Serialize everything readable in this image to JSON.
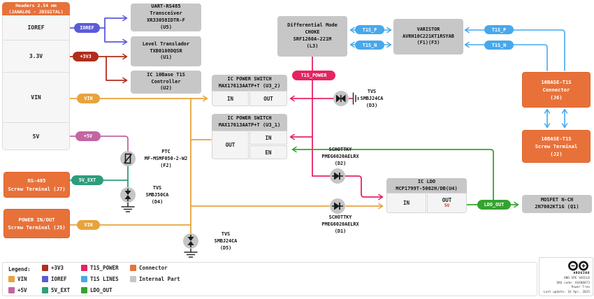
{
  "headers_panel": {
    "title": "Headers 2.54 mm\n(JANALOG - JDIGITAL)",
    "rows": [
      "IOREF",
      "3.3V",
      "VIN",
      "5V"
    ]
  },
  "pills": {
    "ioref": "IOREF",
    "p3v3": "+3V3",
    "vin1": "VIN",
    "p5v": "+5V",
    "v5ext": "5V_EXT",
    "vin2": "VIN",
    "t1s_power": "T1S_POWER",
    "t1s_p_left": "T1S_P",
    "t1s_n_left": "T1S_N",
    "t1s_p_right": "T1S_P",
    "t1s_n_right": "T1S_N",
    "ldo_out": "LDO_OUT"
  },
  "components": {
    "u5": {
      "text": "UART-RS485\nTransceiver\nXR33058IDTR-F\n(U5)"
    },
    "u1": {
      "text": "Level Translador\nTXB0108DQSR\n(U1)"
    },
    "u2": {
      "text": "IC 10Base T1S\nController\n(U2)"
    },
    "l3": {
      "text": "Differential Mode\nCHOKE\nSRF1260A-221M\n(L3)"
    },
    "varistor": {
      "text": "VARISTOR\nAVRH10C221KT1RSYAB\n(F1)(F3)"
    },
    "q1": {
      "text": "MOSFET N-CH\n2N7002KT1G (Q1)"
    },
    "u3_2": {
      "title": "IC POWER SWITCH\nMAX17613AATP+T (U3_2)",
      "pins": {
        "in": "IN",
        "out": "OUT"
      }
    },
    "u3_1": {
      "title": "IC POWER SWITCH\nMAX17613AATP+T (U3_1)",
      "pins": {
        "out": "OUT",
        "in": "IN",
        "en": "EN"
      }
    },
    "u4": {
      "title": "IC LDO\nMCP1799T-5002H/DB(U4)",
      "pins": {
        "in": "IN",
        "out": "OUT",
        "out_note": "5V"
      }
    }
  },
  "connectors": {
    "j7": {
      "text": "RS-485\nScrew Terminal (J7)"
    },
    "j5": {
      "text": "POWER IN/OUT\nScrew Terminal (J5)"
    },
    "j6": {
      "text": "10BASE-T1S\nConnector\n(J6)"
    },
    "j2": {
      "text": "10BASE-T1S\nScrew Terminal\n(J2)"
    }
  },
  "discretes": {
    "f2": {
      "text": "PTC\nMF-MSMF050-2-W2\n(F2)"
    },
    "d4": {
      "text": "TVS\nSMBJ50CA\n(D4)"
    },
    "d5": {
      "text": "TVS\nSMBJ24CA\n(D5)"
    },
    "d3": {
      "text": "TVS\nSMBJ24CA\n(D3)"
    },
    "d2": {
      "text": "SCHOTTKY\nPMEG6020AELRX\n(D2)"
    },
    "d1": {
      "text": "SCHOTTKY\nPMEG6020AELRX\n(D1)"
    }
  },
  "colors": {
    "p3v3": "#b02e1d",
    "vin": "#e7a33d",
    "p5v": "#c265a3",
    "ioref": "#5a5cd8",
    "v5ext": "#2e9d7c",
    "ldo_out": "#34a32f",
    "t1s_power": "#e52462",
    "t1s_lines": "#47a8ec",
    "connector": "#e8713a",
    "internal": "#c7c7c7"
  },
  "legend": {
    "title": "Legend:",
    "items": [
      {
        "label": "+3V3",
        "color": "#b02e1d"
      },
      {
        "label": "T1S_POWER",
        "color": "#e52462"
      },
      {
        "label": "Connector",
        "color": "#e8713a"
      },
      {
        "label": "VIN",
        "color": "#e7a33d"
      },
      {
        "label": "IOREF",
        "color": "#5a5cd8"
      },
      {
        "label": "T1S LINES",
        "color": "#47a8ec"
      },
      {
        "label": "Internal Part",
        "color": "#c7c7c7"
      },
      {
        "label": "+5V",
        "color": "#c265a3"
      },
      {
        "label": "5V_EXT",
        "color": "#2e9d7c"
      },
      {
        "label": "LDO_OUT",
        "color": "#34a32f"
      }
    ]
  },
  "footer": {
    "brand": "ARDUINO",
    "lines": "UNO SPE SHIELD\nSKU code: ASX00073\nPower Tree\nLast update: 16 Apr, 2025"
  }
}
